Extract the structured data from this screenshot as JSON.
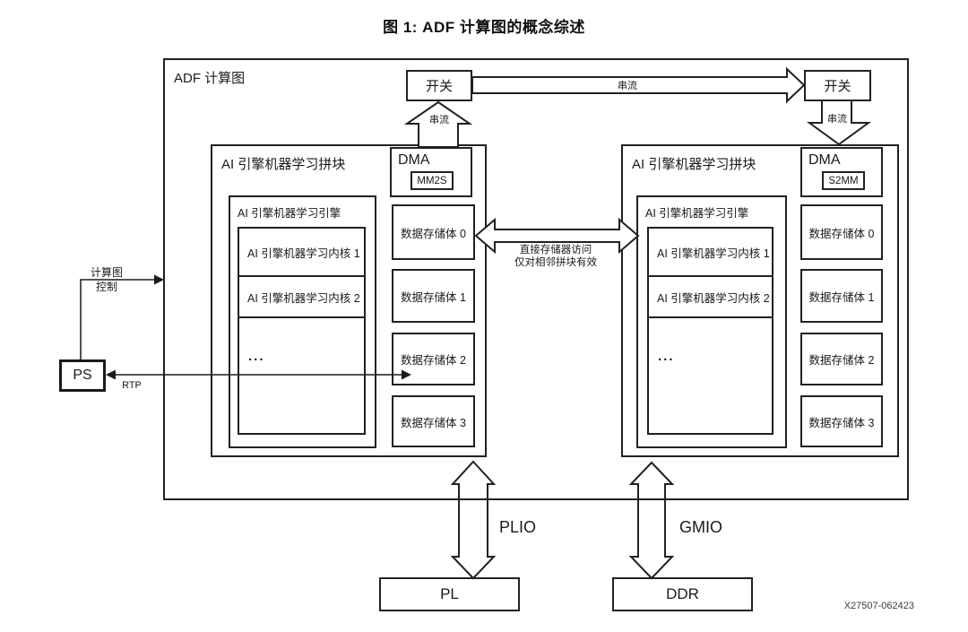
{
  "title": "图 1: ADF 计算图的概念综述",
  "figure_id": "X27507-062423",
  "graph": {
    "label": "ADF 计算图"
  },
  "switches": {
    "left": "开关",
    "right": "开关"
  },
  "streams": {
    "top": "串流",
    "left": "串流",
    "right": "串流"
  },
  "tiles": {
    "left": {
      "label": "AI 引擎机器学习拼块",
      "dma_label": "DMA",
      "dma_channel": "MM2S",
      "engine_label": "AI 引擎机器学习引擎",
      "kernel1": "AI 引擎机器学习内核 1",
      "kernel2": "AI 引擎机器学习内核 2",
      "kernel_more": "...",
      "banks": [
        "数据存储体 0",
        "数据存储体 1",
        "数据存储体 2",
        "数据存储体 3"
      ]
    },
    "right": {
      "label": "AI 引擎机器学习拼块",
      "dma_label": "DMA",
      "dma_channel": "S2MM",
      "engine_label": "AI 引擎机器学习引擎",
      "kernel1": "AI 引擎机器学习内核 1",
      "kernel2": "AI 引擎机器学习内核 2",
      "kernel_more": "...",
      "banks": [
        "数据存储体 0",
        "数据存储体 1",
        "数据存储体 2",
        "数据存储体 3"
      ]
    }
  },
  "dma_note": {
    "line1": "直接存储器访问",
    "line2": "仅对相邻拼块有效"
  },
  "ps": {
    "label": "PS",
    "control_line1": "计算图",
    "control_line2": "控制",
    "rtp": "RTP"
  },
  "io": {
    "plio": "PLIO",
    "gmio": "GMIO",
    "pl": "PL",
    "ddr": "DDR"
  },
  "colors": {
    "line": "#212121",
    "background": "#ffffff",
    "text": "#1a1a1a"
  }
}
